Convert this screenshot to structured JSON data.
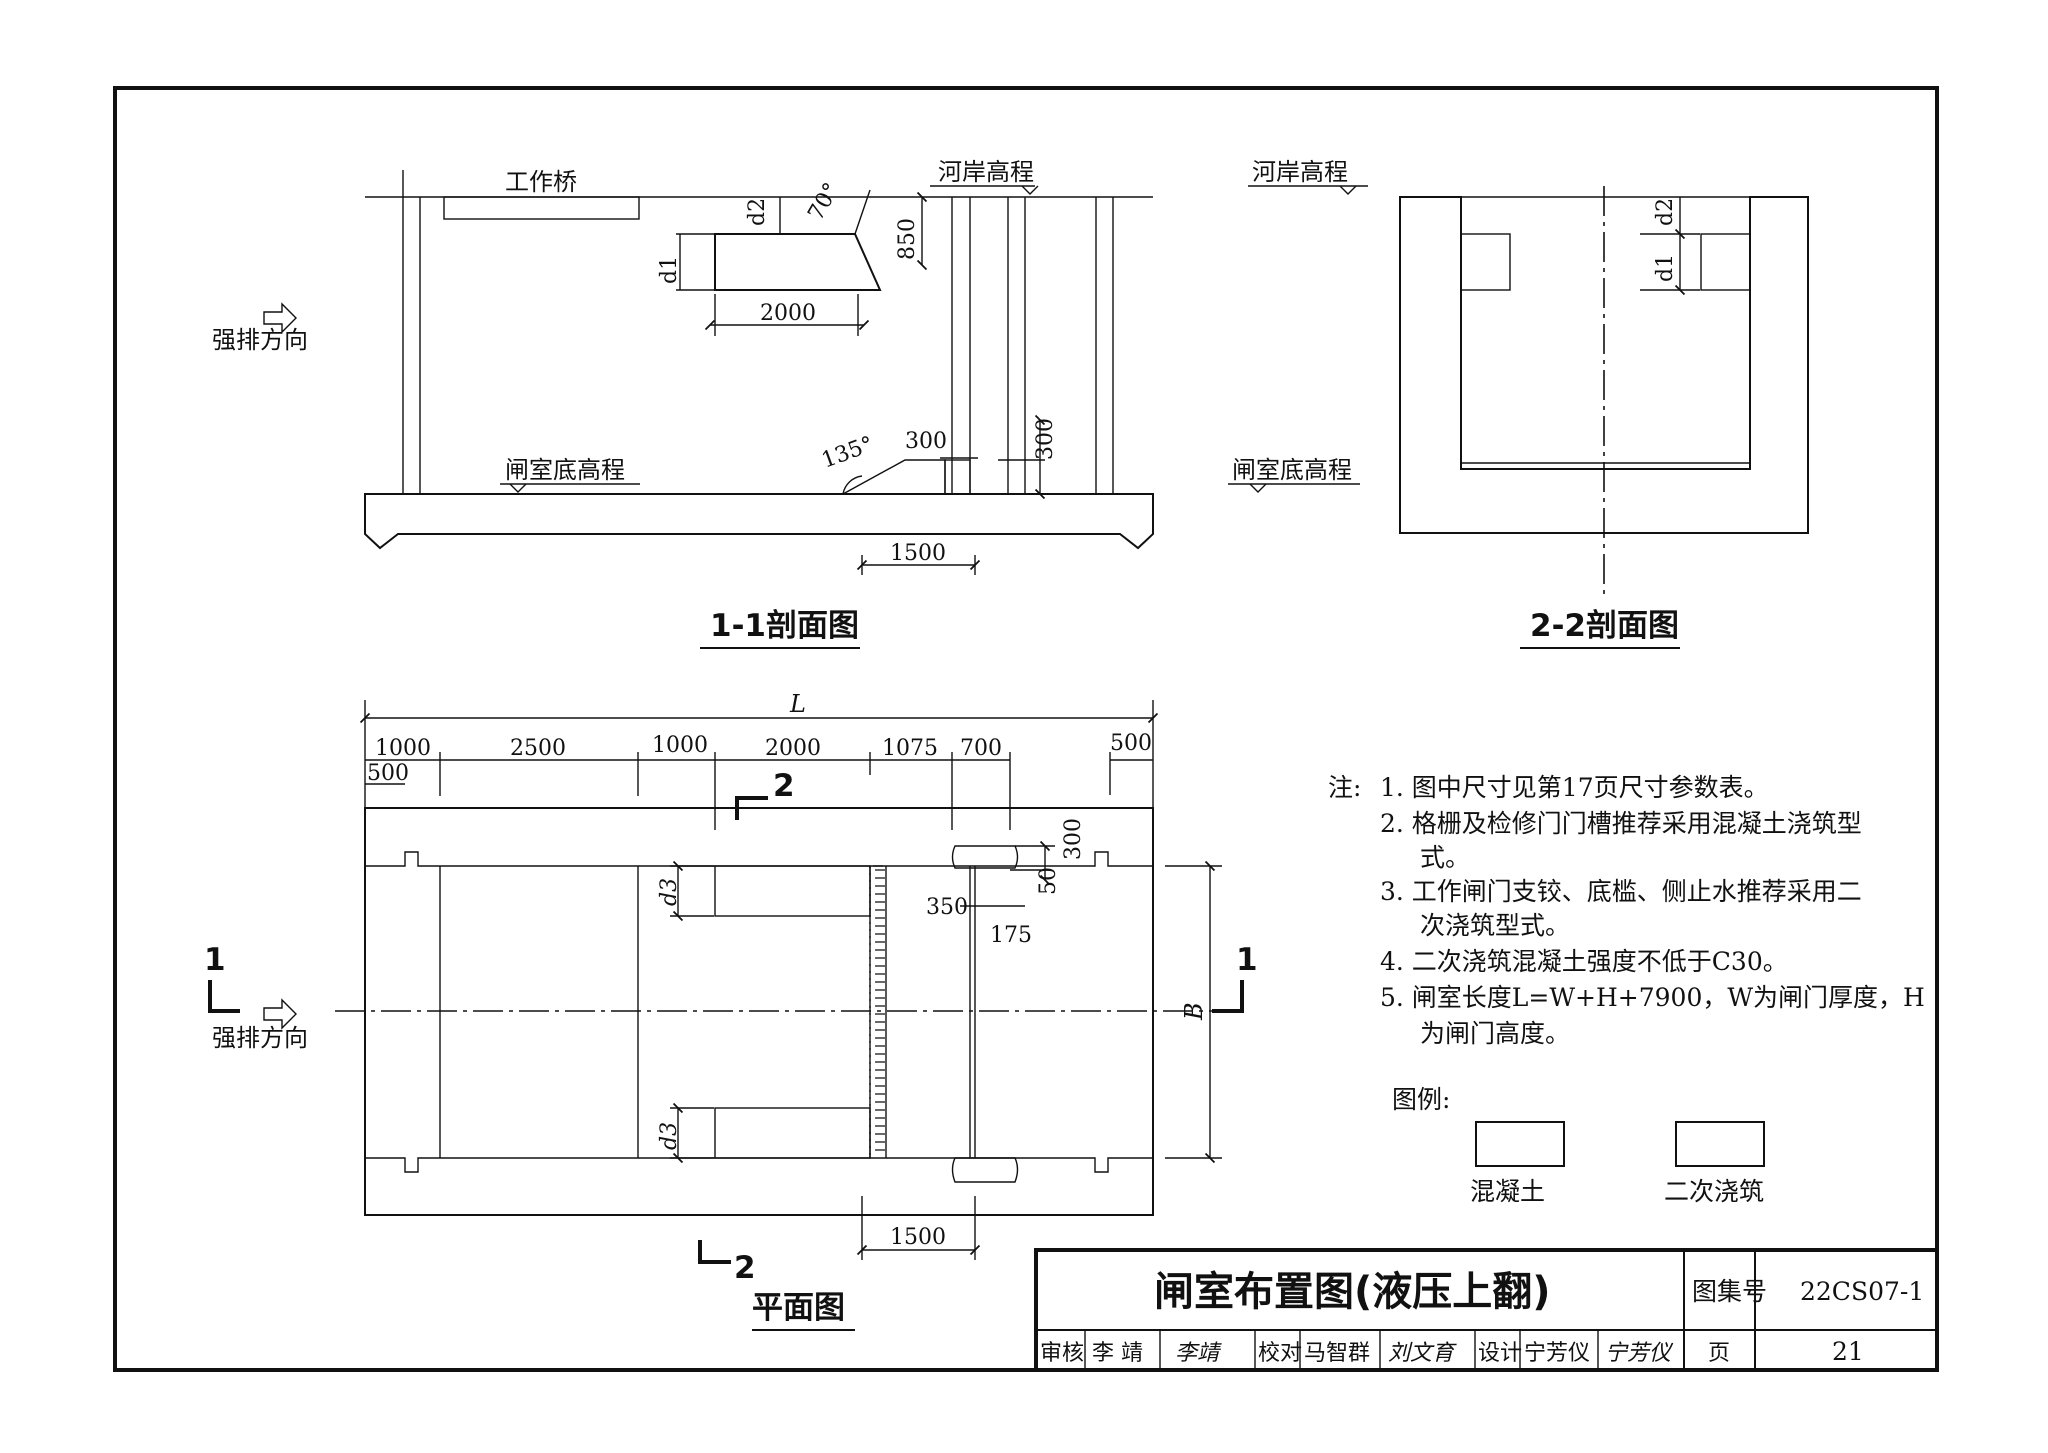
{
  "section_1_1": {
    "title": "1-1剖面图",
    "labels": {
      "bridge": "工作桥",
      "bank_left": "河岸高程",
      "floor": "闸室底高程",
      "flow": "强排方向",
      "d1": "d1",
      "d2": "d2",
      "angle_top": "70°",
      "angle_bottom": "135°"
    },
    "dims": {
      "dim_850": "850",
      "dim_2000": "2000",
      "dim_300a": "300",
      "dim_300b": "300",
      "dim_1500": "1500"
    }
  },
  "section_2_2": {
    "title": "2-2剖面图",
    "labels": {
      "bank": "河岸高程",
      "floor": "闸室底高程",
      "d1": "d1",
      "d2": "d2"
    }
  },
  "plan": {
    "title": "平面图",
    "cut_1": "1",
    "cut_2": "2",
    "flow": "强排方向",
    "dims": {
      "L": "L",
      "B": "B",
      "d1000a": "1000",
      "d2500": "2500",
      "d1000b": "1000",
      "d2000": "2000",
      "d1075": "1075",
      "d700": "700",
      "d500a": "500",
      "d500b": "500",
      "d300": "300",
      "d350": "350",
      "d50": "50",
      "d175": "175",
      "d1500": "1500",
      "d3": "d3"
    }
  },
  "notes": {
    "prefix": "注:",
    "items": [
      "1. 图中尺寸见第17页尺寸参数表。",
      "2. 格栅及检修门门槽推荐采用混凝土浇筑型",
      "式。",
      "3. 工作闸门支铰、底槛、侧止水推荐采用二",
      "次浇筑型式。",
      "4. 二次浇筑混凝土强度不低于C30。",
      "5. 闸室长度L=W+H+7900，W为闸门厚度，H",
      "为闸门高度。"
    ]
  },
  "legend": {
    "title": "图例:",
    "concrete": "混凝土",
    "secondary": "二次浇筑"
  },
  "title_block": {
    "drawing_title": "闸室布置图(液压上翻)",
    "atlas_label": "图集号",
    "atlas_no": "22CS07-1",
    "review_label": "审核",
    "reviewer": "李 靖",
    "review_sign": "李靖",
    "check_label": "校对",
    "checker": "马智群",
    "check_sign": "刘文育",
    "design_label": "设计",
    "designer": "宁芳仪",
    "design_sign": "宁芳仪",
    "page_label": "页",
    "page_no": "21"
  }
}
